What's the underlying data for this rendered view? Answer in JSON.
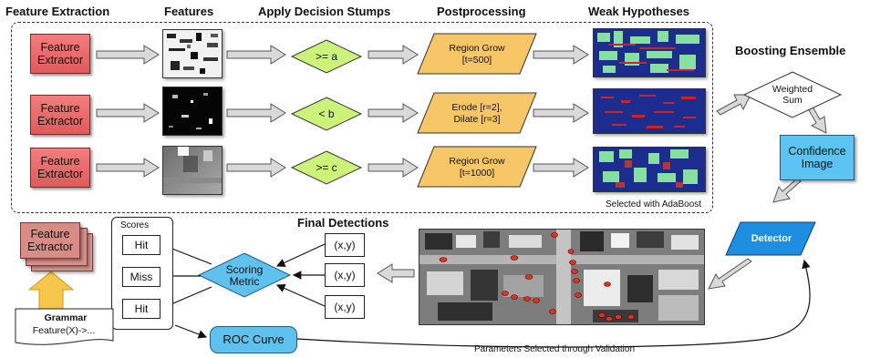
{
  "headers": {
    "feature_extraction": "Feature Extraction",
    "features": "Features",
    "apply_decision_stumps": "Apply Decision Stumps",
    "postprocessing": "Postprocessing",
    "weak_hypotheses": "Weak Hypotheses",
    "boosting_ensemble": "Boosting Ensemble",
    "final_detections": "Final Detections"
  },
  "rows": [
    {
      "extractor_line1": "Feature",
      "extractor_line2": "Extractor",
      "stump": ">= a",
      "post_line1": "Region Grow",
      "post_line2": "[t=500]"
    },
    {
      "extractor_line1": "Feature",
      "extractor_line2": "Extractor",
      "stump": "< b",
      "post_line1": "Erode [r=2],",
      "post_line2": "Dilate [r=3]"
    },
    {
      "extractor_line1": "Feature",
      "extractor_line2": "Extractor",
      "stump": ">= c",
      "post_line1": "Region Grow",
      "post_line2": "[t=1000]"
    }
  ],
  "selected_note": "Selected with AdaBoost",
  "ensemble": {
    "weighted_line1": "Weighted",
    "weighted_line2": "Sum",
    "confidence_line1": "Confidence",
    "confidence_line2": "Image",
    "detector": "Detector"
  },
  "stack": {
    "line1": "Feature",
    "line2": "Extractor"
  },
  "grammar": {
    "title": "Grammar",
    "rule": "Feature(X)->..."
  },
  "scores": {
    "title": "Scores",
    "items": [
      "Hit",
      "Miss",
      "Hit"
    ]
  },
  "scoring_metric": {
    "line1": "Scoring",
    "line2": "Metric"
  },
  "coords": [
    "(x,y)",
    "(x,y)",
    "(x,y)"
  ],
  "roc": "ROC Curve",
  "validation_note": "Parameters Selected through Validation",
  "colors": {
    "extractor": "#e76464",
    "stump": "#cdf27a",
    "post": "#f7c667",
    "confidence": "#5cc4f2",
    "detector": "#1e8fe0",
    "roc": "#5fc2ee",
    "arrow": "#bdbdbd",
    "grammar_arrow": "#f5c64a"
  }
}
